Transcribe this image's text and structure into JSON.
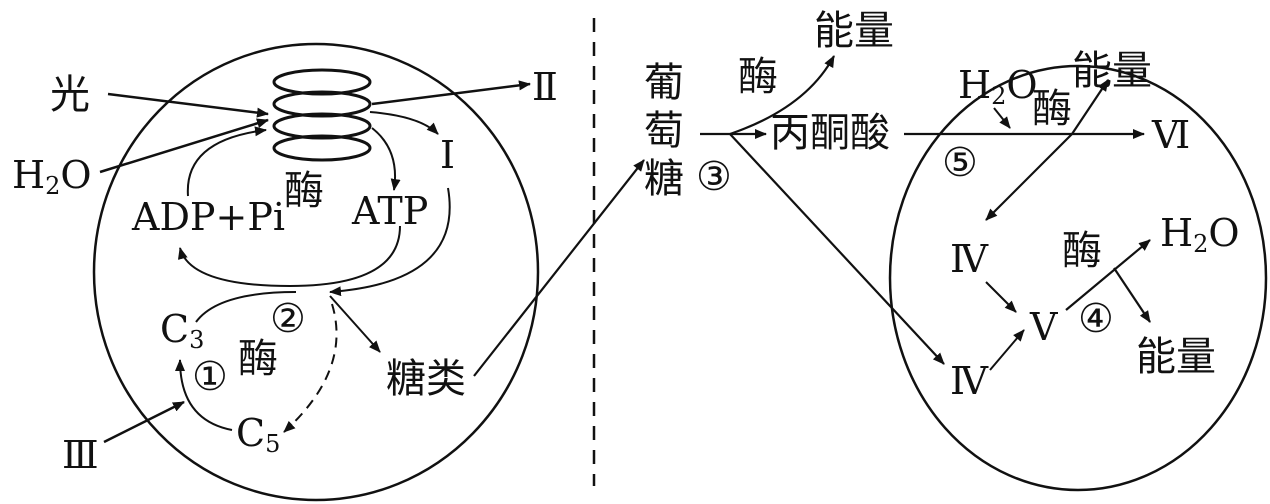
{
  "left": {
    "light": "光",
    "water": "H",
    "water_sub": "2",
    "water_o": "O",
    "enzyme_top": "酶",
    "adp_pi": "ADP+Pi",
    "atp": "ATP",
    "roman_I": "Ⅰ",
    "roman_II": "Ⅱ",
    "roman_III": "Ⅲ",
    "step2": "②",
    "step1": "①",
    "c3": "C",
    "c3_sub": "3",
    "c5": "C",
    "c5_sub": "5",
    "enzyme_cycle": "酶",
    "sugar": "糖类"
  },
  "middle": {
    "glucose_1": "葡",
    "glucose_2": "萄",
    "glucose_3": "糖",
    "step3": "③",
    "enzyme": "酶",
    "energy": "能量",
    "pyruvate": "丙酮酸"
  },
  "right": {
    "water": "H",
    "water_sub": "2",
    "water_o": "O",
    "enzyme_top": "酶",
    "energy_top": "能量",
    "roman_VI": "Ⅵ",
    "step5": "⑤",
    "roman_IV_a": "Ⅳ",
    "roman_IV_b": "Ⅳ",
    "roman_V": "Ⅴ",
    "step4": "④",
    "enzyme_bottom": "酶",
    "water_out": "H",
    "water_out_sub": "2",
    "water_out_o": "O",
    "energy_bottom": "能量"
  }
}
